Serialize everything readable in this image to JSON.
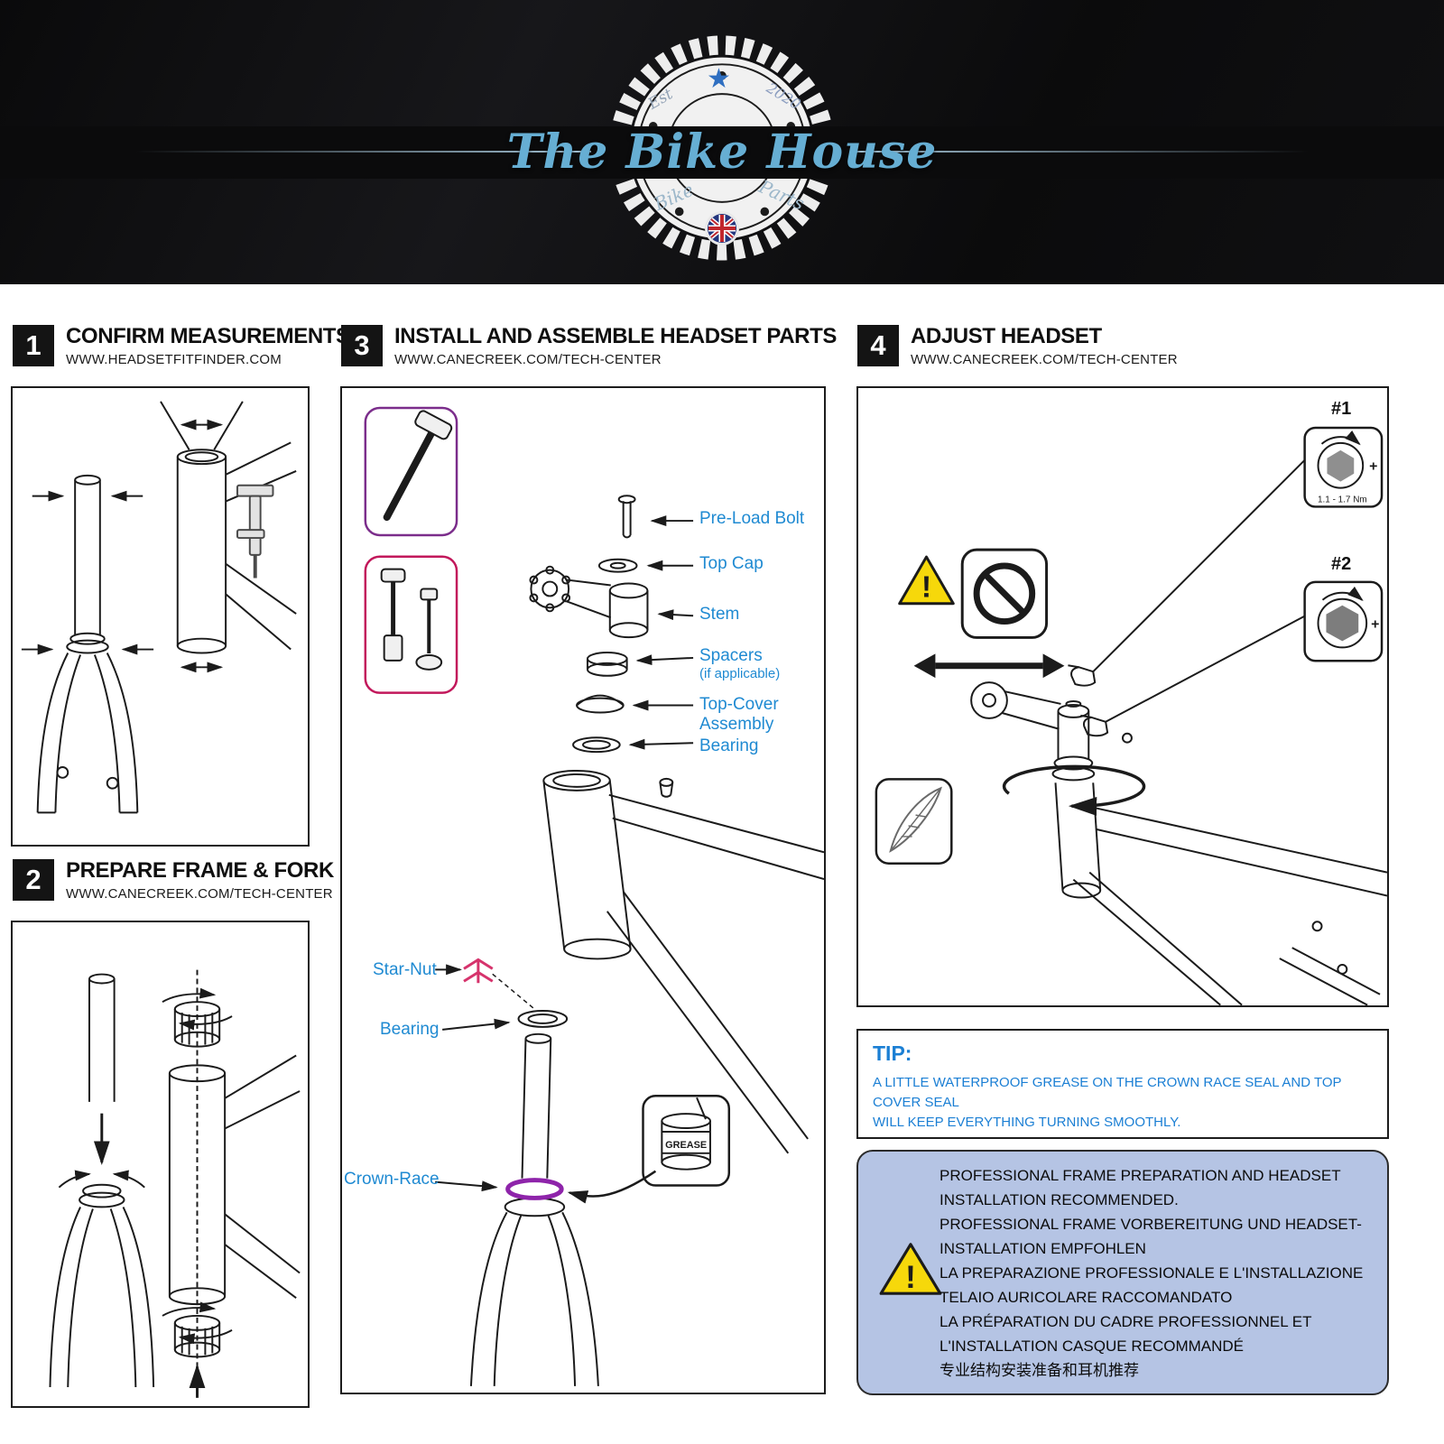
{
  "header": {
    "brand": "The Bike House",
    "est_label": "Est",
    "est_year": "2020",
    "ring_left": "Bike",
    "ring_right": "Parts",
    "star": "★"
  },
  "steps": {
    "s1": {
      "number": "1",
      "title": "CONFIRM MEASUREMENTS",
      "url": "WWW.HEADSETFITFINDER.COM"
    },
    "s2": {
      "number": "2",
      "title": "PREPARE FRAME & FORK",
      "url": "WWW.CANECREEK.COM/TECH-CENTER"
    },
    "s3": {
      "number": "3",
      "title": "INSTALL AND ASSEMBLE HEADSET PARTS",
      "url": "WWW.CANECREEK.COM/TECH-CENTER"
    },
    "s4": {
      "number": "4",
      "title": "ADJUST HEADSET",
      "url": "WWW.CANECREEK.COM/TECH-CENTER"
    }
  },
  "panel3": {
    "labels": {
      "preload_bolt": "Pre-Load Bolt",
      "top_cap": "Top Cap",
      "stem": "Stem",
      "spacers": "Spacers",
      "spacers_note": "(if applicable)",
      "top_cover_line1": "Top-Cover",
      "top_cover_line2": "Assembly",
      "bearing_upper": "Bearing",
      "star_nut": "Star-Nut",
      "bearing_lower": "Bearing",
      "crown_race": "Crown-Race",
      "grease_can": "GREASE"
    }
  },
  "panel4": {
    "tool1_label": "#1",
    "tool1_torque": "1.1 - 1.7 Nm",
    "tool2_label": "#2",
    "plus": "+",
    "warning_mark": "!"
  },
  "tip": {
    "heading": "TIP:",
    "line1": "A LITTLE WATERPROOF GREASE ON THE CROWN RACE SEAL AND TOP COVER SEAL",
    "line2": "WILL KEEP EVERYTHING TURNING SMOOTHLY."
  },
  "advisory": {
    "warning_mark": "!",
    "lines": [
      "PROFESSIONAL FRAME PREPARATION AND HEADSET",
      "INSTALLATION RECOMMENDED.",
      "PROFESSIONAL FRAME VORBEREITUNG UND HEADSET-",
      "INSTALLATION EMPFOHLEN",
      "LA PREPARAZIONE PROFESSIONALE E L'INSTALLAZIONE",
      "TELAIO AURICOLARE RACCOMANDATO",
      "LA PRÉPARATION DU CADRE PROFESSIONNEL ET",
      "L'INSTALLATION CASQUE RECOMMANDÉ",
      "专业结构安装准备和耳机推荐"
    ]
  },
  "colors": {
    "label_blue": "#1F8AD2",
    "tip_blue": "#1B7FD4",
    "star_nut_pink": "#D6336C",
    "crown_race_purple": "#8E24AA",
    "inset1_purple": "#7B2D8B",
    "inset2_crimson": "#C2185B",
    "advisory_bg": "#B5C4E4",
    "warning_yellow": "#F6D80B",
    "brand_blue": "#66AED3"
  }
}
